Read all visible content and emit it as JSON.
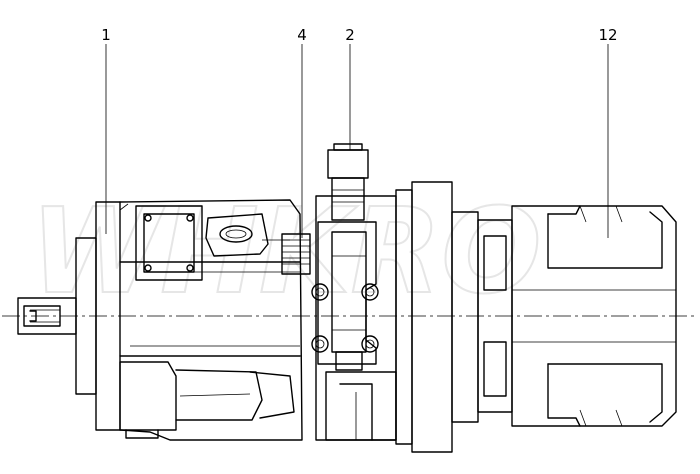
{
  "watermark": "WHKRO",
  "callouts": [
    {
      "label": "1",
      "part": "pump-housing"
    },
    {
      "label": "4",
      "part": "side-fitting"
    },
    {
      "label": "2",
      "part": "control-valve"
    },
    {
      "label": "12",
      "part": "coupling-housing"
    }
  ]
}
